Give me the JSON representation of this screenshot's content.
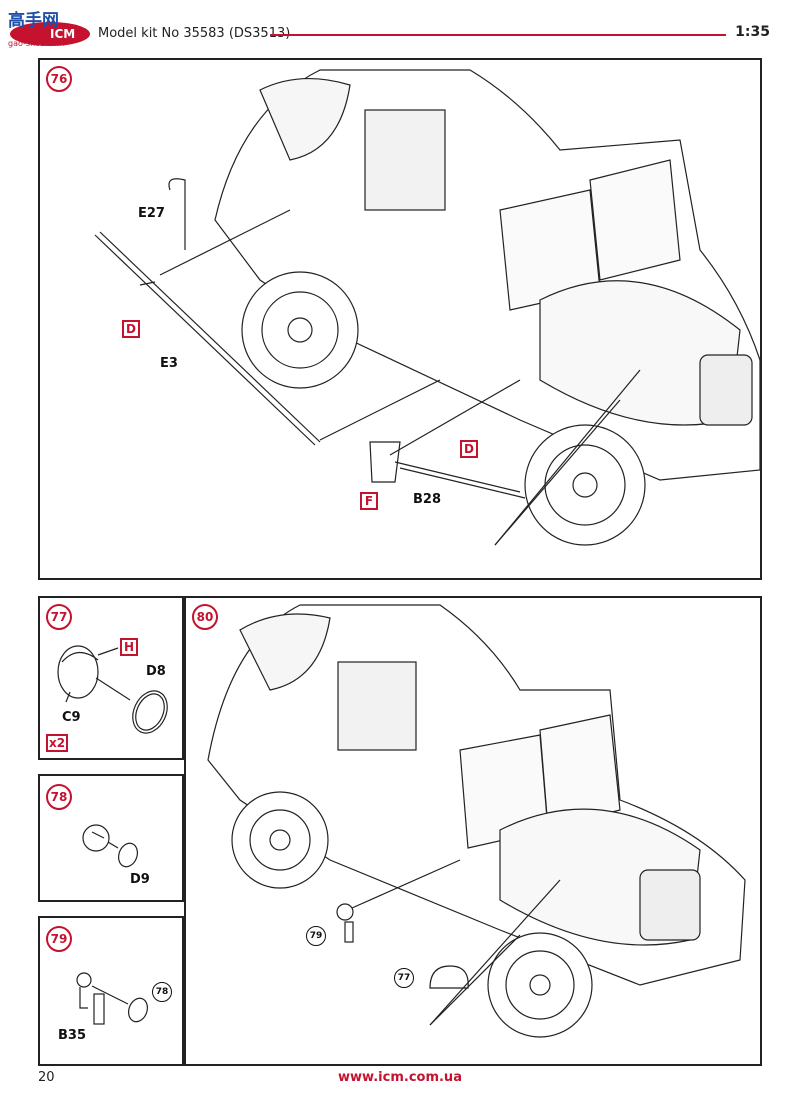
{
  "header": {
    "logo_chars": "高手网",
    "logo_url": "gao-shou.com",
    "logo_brand": "ICM",
    "title": "Model kit No 35583 (DS3513)",
    "scale": "1:35"
  },
  "steps": {
    "s76": {
      "num": "76",
      "labels": {
        "e27": "E27",
        "e3": "E3",
        "b28": "B28"
      },
      "boxes": {
        "d1": "D",
        "d2": "D",
        "f": "F"
      }
    },
    "s77": {
      "num": "77",
      "labels": {
        "d8": "D8",
        "c9": "C9"
      },
      "boxes": {
        "h": "H",
        "x2": "x2"
      }
    },
    "s78": {
      "num": "78",
      "labels": {
        "d9": "D9"
      }
    },
    "s79": {
      "num": "79",
      "labels": {
        "b35": "B35"
      },
      "refs": {
        "r78": "78"
      }
    },
    "s80": {
      "num": "80",
      "refs": {
        "r79": "79",
        "r77": "77"
      }
    }
  },
  "footer": {
    "page": "20",
    "url": "www.icm.com.ua"
  },
  "colors": {
    "accent": "#c4122f",
    "ink": "#111111"
  }
}
